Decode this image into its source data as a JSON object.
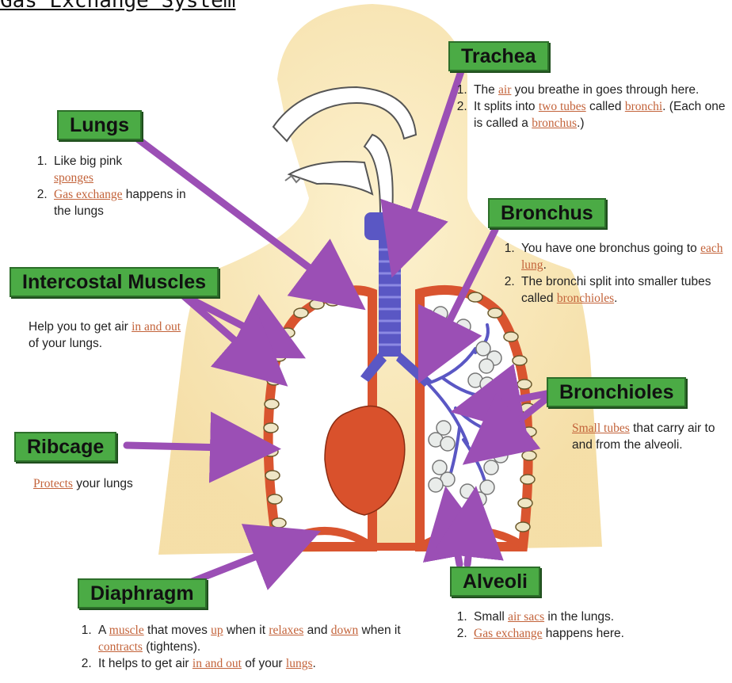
{
  "title": "Gas Exchange System",
  "labels": {
    "trachea": "Trachea",
    "lungs": "Lungs",
    "bronchus": "Bronchus",
    "intercostal": "Intercostal Muscles",
    "bronchioles": "Bronchioles",
    "ribcage": "Ribcage",
    "alveoli": "Alveoli",
    "diaphragm": "Diaphragm"
  },
  "notes": {
    "trachea": {
      "item1_a": "The ",
      "item1_hl": "air",
      "item1_b": " you breathe in goes through here.",
      "item2_a": "It splits into ",
      "item2_hl1": "two tubes",
      "item2_b": " called ",
      "item2_hl2": "bronchi",
      "item2_c": ". (Each one is called a ",
      "item2_hl3": "bronchus",
      "item2_d": ".)"
    },
    "lungs": {
      "item1_a": "Like big pink ",
      "item1_hl": "sponges",
      "item2_hl": "Gas exchange",
      "item2_b": " happens in the lungs"
    },
    "bronchus": {
      "item1_a": "You have one bronchus going to ",
      "item1_hl": "each lung",
      "item1_b": ".",
      "item2_a": "The bronchi split into smaller tubes called ",
      "item2_hl": "bronchioles",
      "item2_b": "."
    },
    "intercostal": {
      "a": "Help you to get air ",
      "hl": "in and out",
      "b": " of your lungs."
    },
    "bronchioles": {
      "hl": "Small tubes",
      "b": " that carry air to and from the alveoli."
    },
    "ribcage": {
      "hl": "Protects",
      "b": " your lungs"
    },
    "alveoli": {
      "item1_a": "Small ",
      "item1_hl": "air sacs",
      "item1_b": " in the lungs.",
      "item2_hl": "Gas exchange",
      "item2_b": " happens here."
    },
    "diaphragm": {
      "item1_a": "A ",
      "item1_hl1": "muscle",
      "item1_b": " that moves ",
      "item1_hl2": "up",
      "item1_c": " when it ",
      "item1_hl3": "relaxes",
      "item1_d": " and ",
      "item1_hl4": "down",
      "item1_e": " when it ",
      "item1_hl5": "contracts",
      "item1_f": " (tightens).",
      "item2_a": "It helps to get air ",
      "item2_hl1": "in and out",
      "item2_b": " of your ",
      "item2_hl2": "lungs",
      "item2_c": "."
    }
  },
  "colors": {
    "label_bg": "#4bab45",
    "arrow": "#9b4fb5",
    "highlight": "#c3633a",
    "body": "#f7e3a8",
    "lung_line": "#d9542f",
    "airway": "#5a57c4",
    "heart": "#d9512c"
  }
}
